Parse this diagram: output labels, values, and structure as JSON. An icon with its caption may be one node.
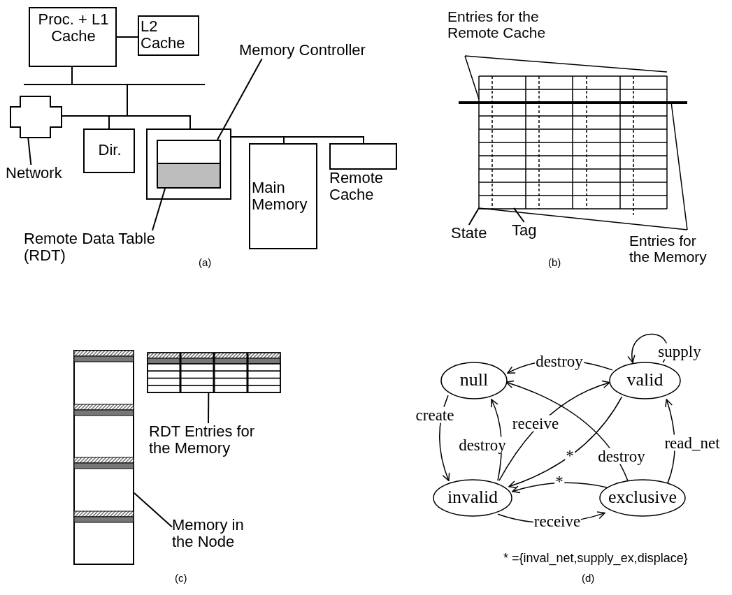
{
  "diagram": {
    "nodes": [
      {
        "text": [
          "Proc. + L1 Cache"
        ]
      },
      {
        "text": [
          "L2 Cache"
        ]
      },
      {
        "text": [],
        "shape": "cross"
      },
      {
        "text": [
          "Network"
        ]
      },
      {
        "text": [
          "Dir."
        ]
      },
      {
        "text": [],
        "shape": "box"
      },
      {
        "text": [],
        "shape": "box",
        "in": 5
      },
      {
        "text": [],
        "shape": "box",
        "in": 5
      },
      {
        "text": [
          "Memory Controller"
        ]
      },
      {
        "text": [
          "Remote Data Table (RDT)"
        ]
      },
      {
        "text": [
          "Main Memory"
        ]
      },
      {
        "text": [
          "Remote Cache"
        ]
      },
      {
        "text": [],
        "shape": "picture"
      },
      {
        "text": [
          "State"
        ]
      },
      {
        "text": [
          "Tag"
        ]
      },
      {
        "text": [],
        "shape": "picture"
      },
      {
        "text": [],
        "shape": "picture"
      },
      {
        "text": [
          "RDT Entries for the Memory"
        ]
      },
      {
        "text": [
          "Memory in the Node"
        ]
      },
      {
        "text": [
          "null"
        ]
      },
      {
        "text": [
          "valid"
        ]
      },
      {
        "text": [
          "invalid"
        ]
      },
      {
        "text": [
          "exclusive"
        ]
      }
    ],
    "edges": [
      {
        "from": 0,
        "to": 1,
        "arrow": "none"
      },
      {
        "from": 0,
        "to": 2,
        "arrow": "none"
      },
      {
        "from": 0,
        "to": 4,
        "arrow": "none"
      },
      {
        "from": 0,
        "to": 5,
        "arrow": "none"
      },
      {
        "from": 5,
        "to": 10,
        "arrow": "none"
      },
      {
        "from": 5,
        "to": 11,
        "arrow": "none"
      },
      {
        "from": 3,
        "to": 2,
        "arrow": "none"
      },
      {
        "from": 8,
        "to": 6,
        "arrow": "none"
      },
      {
        "from": 9,
        "to": 7,
        "arrow": "none"
      },
      {
        "from": 13,
        "to": 12,
        "arrow": "none"
      },
      {
        "from": 14,
        "to": 12,
        "arrow": "none"
      },
      {
        "from": 17,
        "to": 16,
        "arrow": "none"
      },
      {
        "from": 18,
        "to": 15,
        "arrow": "none"
      },
      {
        "from": 20,
        "to": 19,
        "arrow": "to",
        "label": "destroy"
      },
      {
        "from": 20,
        "to": 20,
        "arrow": "to",
        "label": "supply"
      },
      {
        "from": 19,
        "to": 21,
        "arrow": "to",
        "label": "create"
      },
      {
        "from": 21,
        "to": 19,
        "arrow": "to",
        "label": "destroy"
      },
      {
        "from": 21,
        "to": 20,
        "arrow": "to",
        "label": "receive"
      },
      {
        "from": 20,
        "to": 21,
        "arrow": "to",
        "label": "*"
      },
      {
        "from": 22,
        "to": 19,
        "arrow": "to",
        "label": "destroy"
      },
      {
        "from": 22,
        "to": 21,
        "arrow": "to",
        "label": "*"
      },
      {
        "from": 21,
        "to": 22,
        "arrow": "to",
        "label": "receive"
      },
      {
        "from": 22,
        "to": 20,
        "arrow": "to",
        "label": "read_net"
      }
    ],
    "labels": [
      "Entries for the Remote Cache",
      "Entries for the Memory",
      "(a)",
      "(b)",
      "* ={inval_net,supply_ex,displace}",
      "(c)",
      "(d)"
    ]
  }
}
